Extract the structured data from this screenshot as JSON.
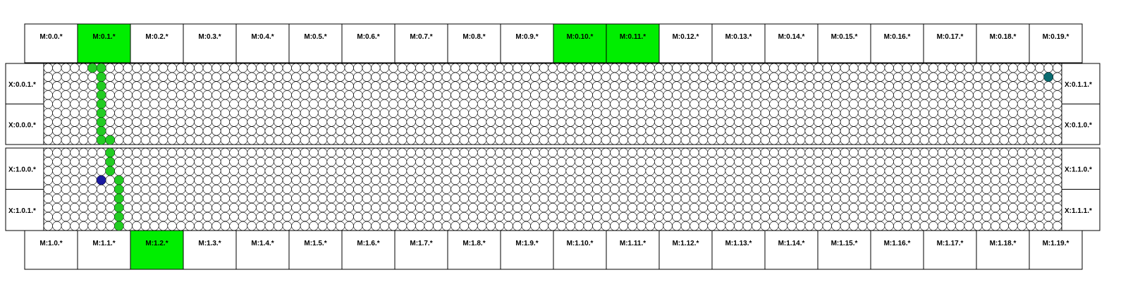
{
  "colors": {
    "background": "#ffffff",
    "highlight": "#00ee00",
    "node_fill": "#ffffff",
    "node_stroke": "#000000",
    "path_node": "#22cc22",
    "teal_node": "#0a6b70",
    "blue_node": "#1a1aa0"
  },
  "top_modules": [
    {
      "label": "M:0.0.*",
      "highlighted": false
    },
    {
      "label": "M:0.1.*",
      "highlighted": true
    },
    {
      "label": "M:0.2.*",
      "highlighted": false
    },
    {
      "label": "M:0.3.*",
      "highlighted": false
    },
    {
      "label": "M:0.4.*",
      "highlighted": false
    },
    {
      "label": "M:0.5.*",
      "highlighted": false
    },
    {
      "label": "M:0.6.*",
      "highlighted": false
    },
    {
      "label": "M:0.7.*",
      "highlighted": false
    },
    {
      "label": "M:0.8.*",
      "highlighted": false
    },
    {
      "label": "M:0.9.*",
      "highlighted": false
    },
    {
      "label": "M:0.10.*",
      "highlighted": true
    },
    {
      "label": "M:0.11.*",
      "highlighted": true
    },
    {
      "label": "M:0.12.*",
      "highlighted": false
    },
    {
      "label": "M:0.13.*",
      "highlighted": false
    },
    {
      "label": "M:0.14.*",
      "highlighted": false
    },
    {
      "label": "M:0.15.*",
      "highlighted": false
    },
    {
      "label": "M:0.16.*",
      "highlighted": false
    },
    {
      "label": "M:0.17.*",
      "highlighted": false
    },
    {
      "label": "M:0.18.*",
      "highlighted": false
    },
    {
      "label": "M:0.19.*",
      "highlighted": false
    }
  ],
  "bottom_modules": [
    {
      "label": "M:1.0.*",
      "highlighted": false
    },
    {
      "label": "M:1.1.*",
      "highlighted": false
    },
    {
      "label": "M:1.2.*",
      "highlighted": true
    },
    {
      "label": "M:1.3.*",
      "highlighted": false
    },
    {
      "label": "M:1.4.*",
      "highlighted": false
    },
    {
      "label": "M:1.5.*",
      "highlighted": false
    },
    {
      "label": "M:1.6.*",
      "highlighted": false
    },
    {
      "label": "M:1.7.*",
      "highlighted": false
    },
    {
      "label": "M:1.8.*",
      "highlighted": false
    },
    {
      "label": "M:1.9.*",
      "highlighted": false
    },
    {
      "label": "M:1.10.*",
      "highlighted": false
    },
    {
      "label": "M:1.11.*",
      "highlighted": false
    },
    {
      "label": "M:1.12.*",
      "highlighted": false
    },
    {
      "label": "M:1.13.*",
      "highlighted": false
    },
    {
      "label": "M:1.14.*",
      "highlighted": false
    },
    {
      "label": "M:1.15.*",
      "highlighted": false
    },
    {
      "label": "M:1.16.*",
      "highlighted": false
    },
    {
      "label": "M:1.17.*",
      "highlighted": false
    },
    {
      "label": "M:1.18.*",
      "highlighted": false
    },
    {
      "label": "M:1.19.*",
      "highlighted": false
    }
  ],
  "blocks": [
    {
      "left_labels": [
        "X:0.0.1.*",
        "X:0.0.0.*"
      ],
      "right_labels": [
        "X:0.1.1.*",
        "X:0.1.0.*"
      ]
    },
    {
      "left_labels": [
        "X:1.0.0.*",
        "X:1.0.1.*"
      ],
      "right_labels": [
        "X:1.1.0.*",
        "X:1.1.1.*"
      ]
    }
  ]
}
